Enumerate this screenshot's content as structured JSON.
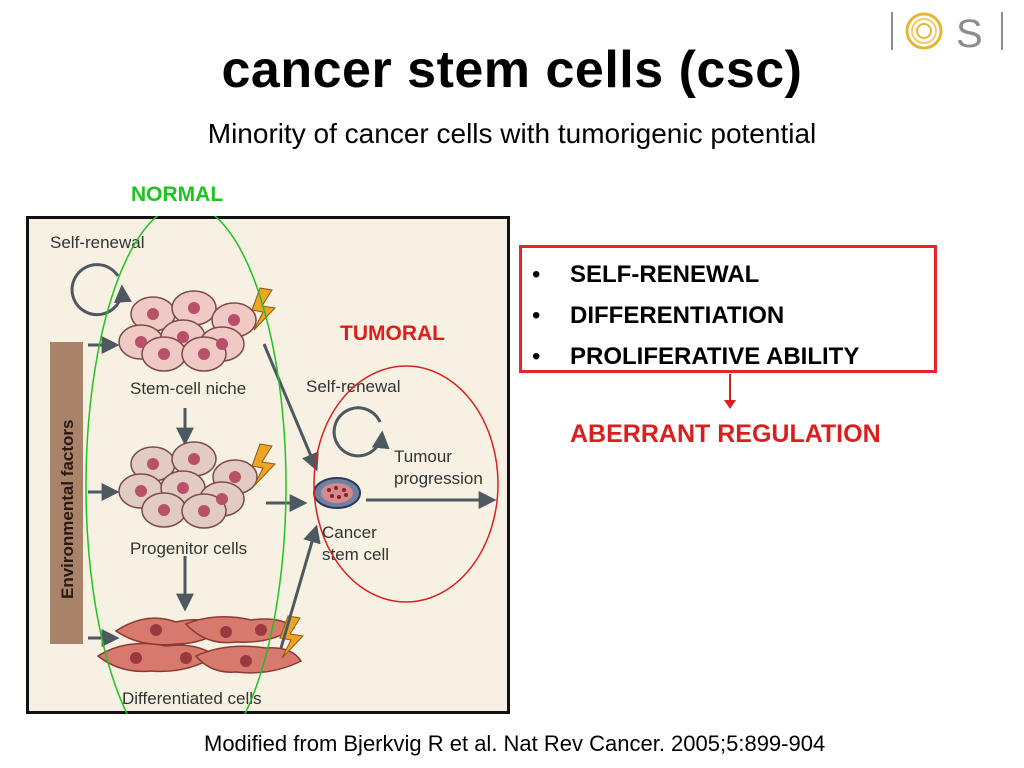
{
  "slide": {
    "title": "cancer stem cells (csc)",
    "subtitle": "Minority of cancer cells with tumorigenic potential",
    "normal_label": "NORMAL",
    "tumoral_label": "TUMORAL",
    "logo_text": "I   S I",
    "figure": {
      "self_renewal_top": "Self-renewal",
      "stem_cell_niche": "Stem-cell niche",
      "environmental_factors": "Environmental factors",
      "self_renewal_tumor": "Self-renewal",
      "tumour_progression_line1": "Tumour",
      "tumour_progression_line2": "progression",
      "progenitor_cells": "Progenitor cells",
      "cancer_stem_cell_line1": "Cancer",
      "cancer_stem_cell_line2": "stem cell",
      "differentiated_cells": "Differentiated cells"
    },
    "properties": [
      "SELF-RENEWAL",
      "DIFFERENTIATION",
      "PROLIFERATIVE ABILITY"
    ],
    "bullet": "•",
    "aberrant": "ABERRANT REGULATION",
    "citation": "Modified from Bjerkvig R et al. Nat Rev Cancer. 2005;5:899-904"
  },
  "colors": {
    "normal": "#1fc31f",
    "tumoral": "#d9201f",
    "box_border": "#e8262a",
    "figure_bg": "#f7f1e3",
    "cell_fill": "#f0c9c4",
    "nucleus": "#b8506a",
    "arrow": "#4e5860",
    "env_bar": "#a9826a",
    "logo_gold": "#e7b534"
  }
}
